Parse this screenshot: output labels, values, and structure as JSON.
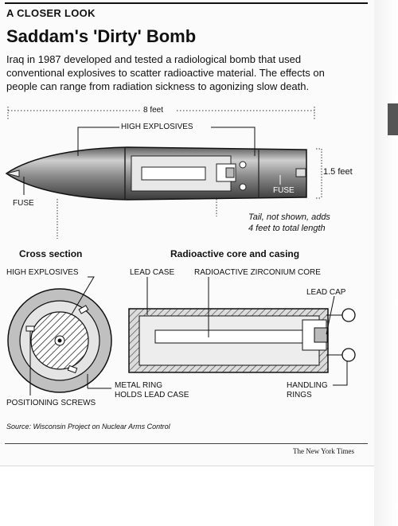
{
  "kicker": "A CLOSER LOOK",
  "headline": "Saddam's 'Dirty' Bomb",
  "dek": "Iraq in 1987 developed and tested a radiological bomb that used conventional explosives to scatter radioactive material. The effects on people can range from radiation sickness to agonizing slow death.",
  "bomb": {
    "length_label": "8 feet",
    "high_explosives_label": "HIGH EXPLOSIVES",
    "fuse_label_left": "FUSE",
    "fuse_label_right": "FUSE",
    "diameter_label": "1.5 feet",
    "tail_note_line1": "Tail, not shown, adds",
    "tail_note_line2": "4 feet to total length"
  },
  "cross_section": {
    "title": "Cross section",
    "high_explosives_label": "HIGH EXPLOSIVES",
    "metal_ring_line1": "METAL RING",
    "metal_ring_line2": "HOLDS LEAD CASE",
    "positioning_screws_label": "POSITIONING SCREWS"
  },
  "core": {
    "title": "Radioactive core and casing",
    "lead_case_label": "LEAD CASE",
    "zirconium_label": "RADIOACTIVE ZIRCONIUM CORE",
    "lead_cap_label": "LEAD CAP",
    "handling_line1": "HANDLING",
    "handling_line2": "RINGS"
  },
  "source": "Source: Wisconsin Project on Nuclear Arms Control",
  "credit": "The New York Times",
  "colors": {
    "bomb_body": "#777777",
    "bomb_highlight": "#cfcfcf",
    "hatch": "#333333",
    "ring_fill": "#b5b5b5"
  }
}
